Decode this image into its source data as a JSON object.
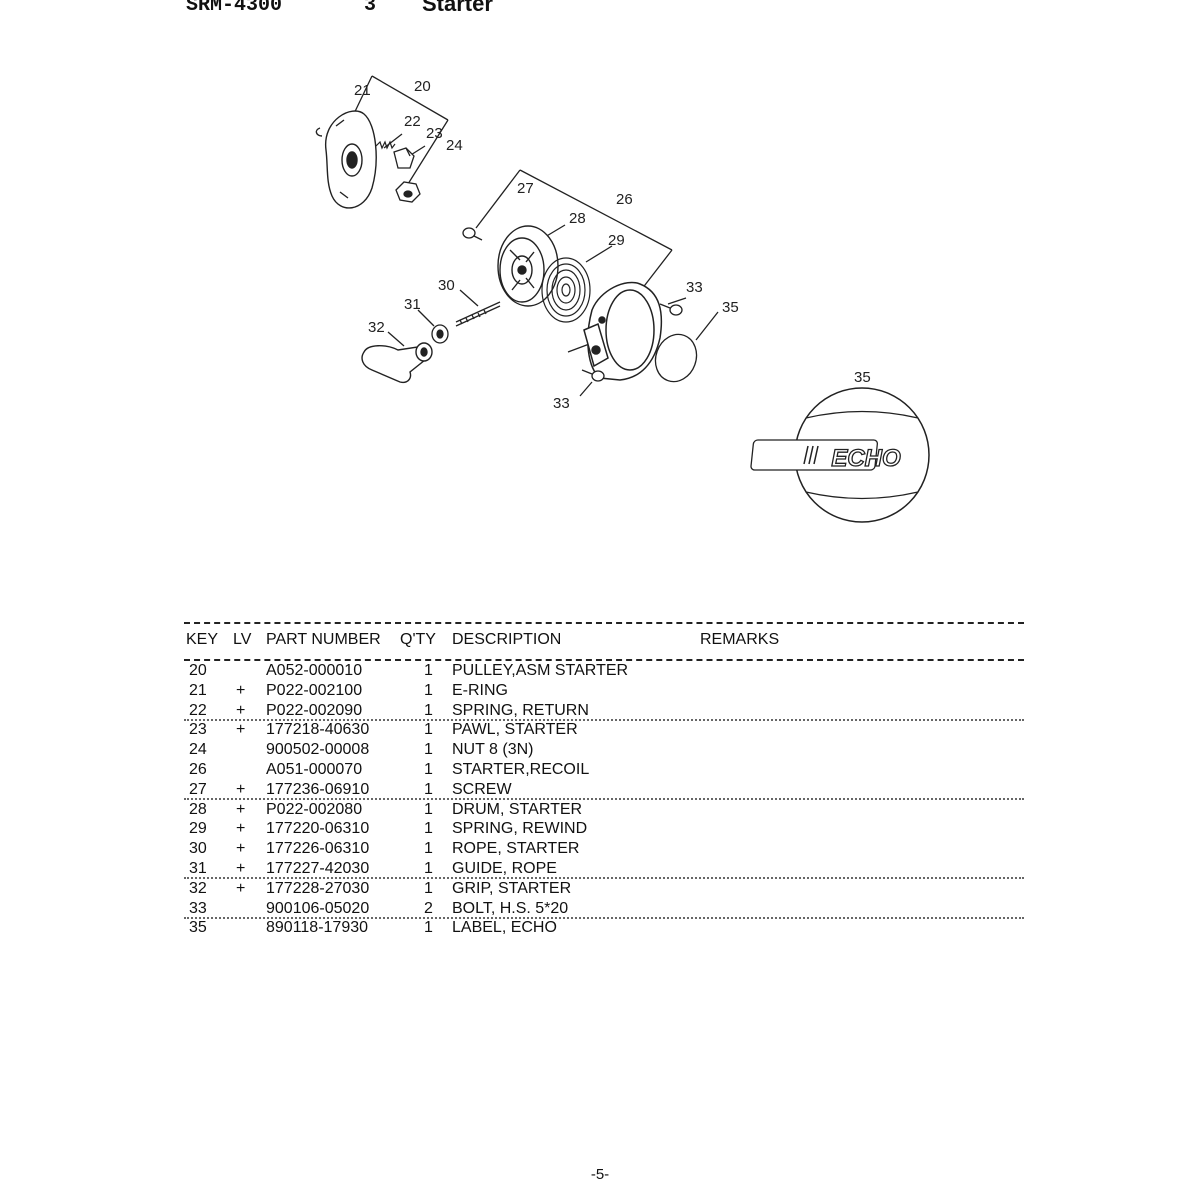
{
  "header": {
    "model": "SRM-4300",
    "section_number": "3",
    "section_title": "Starter"
  },
  "diagram": {
    "callouts": [
      "20",
      "21",
      "22",
      "23",
      "24",
      "26",
      "27",
      "28",
      "29",
      "30",
      "31",
      "32",
      "33",
      "33",
      "35",
      "35"
    ],
    "logo_text": "ECHO"
  },
  "table": {
    "columns": {
      "key": "KEY",
      "lv": "LV",
      "part_number": "PART NUMBER",
      "qty": "Q'TY",
      "description": "DESCRIPTION",
      "remarks": "REMARKS"
    },
    "rows": [
      {
        "key": "20",
        "lv": "",
        "part": "A052-000010",
        "qty": "1",
        "desc": "PULLEY,ASM STARTER"
      },
      {
        "key": "21",
        "lv": "+",
        "part": "P022-002100",
        "qty": "1",
        "desc": "E-RING"
      },
      {
        "key": "22",
        "lv": "+",
        "part": "P022-002090",
        "qty": "1",
        "desc": "SPRING, RETURN"
      },
      {
        "key": "23",
        "lv": "+",
        "part": "177218-40630",
        "qty": "1",
        "desc": "PAWL, STARTER"
      },
      {
        "key": "24",
        "lv": "",
        "part": "900502-00008",
        "qty": "1",
        "desc": "NUT 8 (3N)"
      },
      {
        "key": "26",
        "lv": "",
        "part": "A051-000070",
        "qty": "1",
        "desc": "STARTER,RECOIL"
      },
      {
        "key": "27",
        "lv": "+",
        "part": "177236-06910",
        "qty": "1",
        "desc": "SCREW"
      },
      {
        "key": "28",
        "lv": "+",
        "part": "P022-002080",
        "qty": "1",
        "desc": "DRUM, STARTER"
      },
      {
        "key": "29",
        "lv": "+",
        "part": "177220-06310",
        "qty": "1",
        "desc": "SPRING, REWIND"
      },
      {
        "key": "30",
        "lv": "+",
        "part": "177226-06310",
        "qty": "1",
        "desc": "ROPE, STARTER"
      },
      {
        "key": "31",
        "lv": "+",
        "part": "177227-42030",
        "qty": "1",
        "desc": "GUIDE, ROPE"
      },
      {
        "key": "32",
        "lv": "+",
        "part": "177228-27030",
        "qty": "1",
        "desc": "GRIP, STARTER"
      },
      {
        "key": "33",
        "lv": "",
        "part": "900106-05020",
        "qty": "2",
        "desc": "BOLT, H.S. 5*20"
      },
      {
        "key": "35",
        "lv": "",
        "part": "890118-17930",
        "qty": "1",
        "desc": "LABEL, ECHO"
      }
    ]
  },
  "footer": {
    "page_number": "-5-"
  }
}
